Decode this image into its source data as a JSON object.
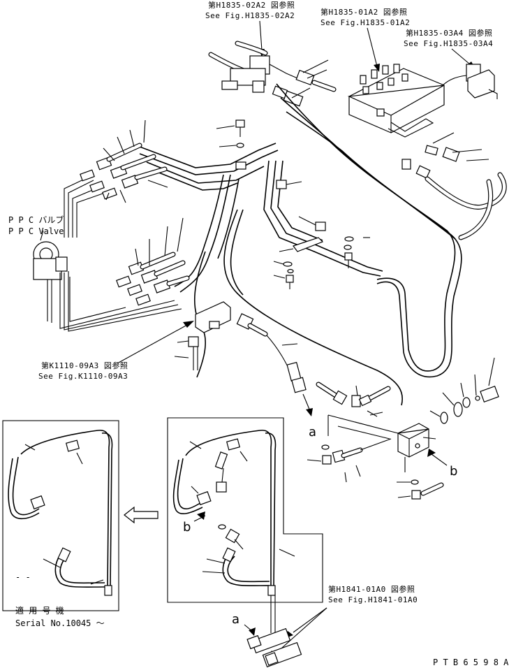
{
  "refs": {
    "h1835_02a2": {
      "jp": "第H1835-02A2 図参照",
      "en": "See Fig.H1835-02A2"
    },
    "h1835_01a2": {
      "jp": "第H1835-01A2 図参照",
      "en": "See Fig.H1835-01A2"
    },
    "h1835_03a4": {
      "jp": "第H1835-03A4 図参照",
      "en": "See Fig.H1835-03A4"
    },
    "k1110_09a3": {
      "jp": "第K1110-09A3 図参照",
      "en": "See Fig.K1110-09A3"
    },
    "h1841_01a0": {
      "jp": "第H1841-01A0 図参照",
      "en": "See Fig.H1841-01A0"
    }
  },
  "ppc_valve": {
    "jp": "P P C バルブ",
    "en": "P P C Valve"
  },
  "markers": {
    "a": "a",
    "b": "b"
  },
  "serial": {
    "jp": "適 用 号 機",
    "en": "Serial No.10045 ～"
  },
  "inset_dash": "- -",
  "drawing_id": "P T B 6 5 9 8 A"
}
